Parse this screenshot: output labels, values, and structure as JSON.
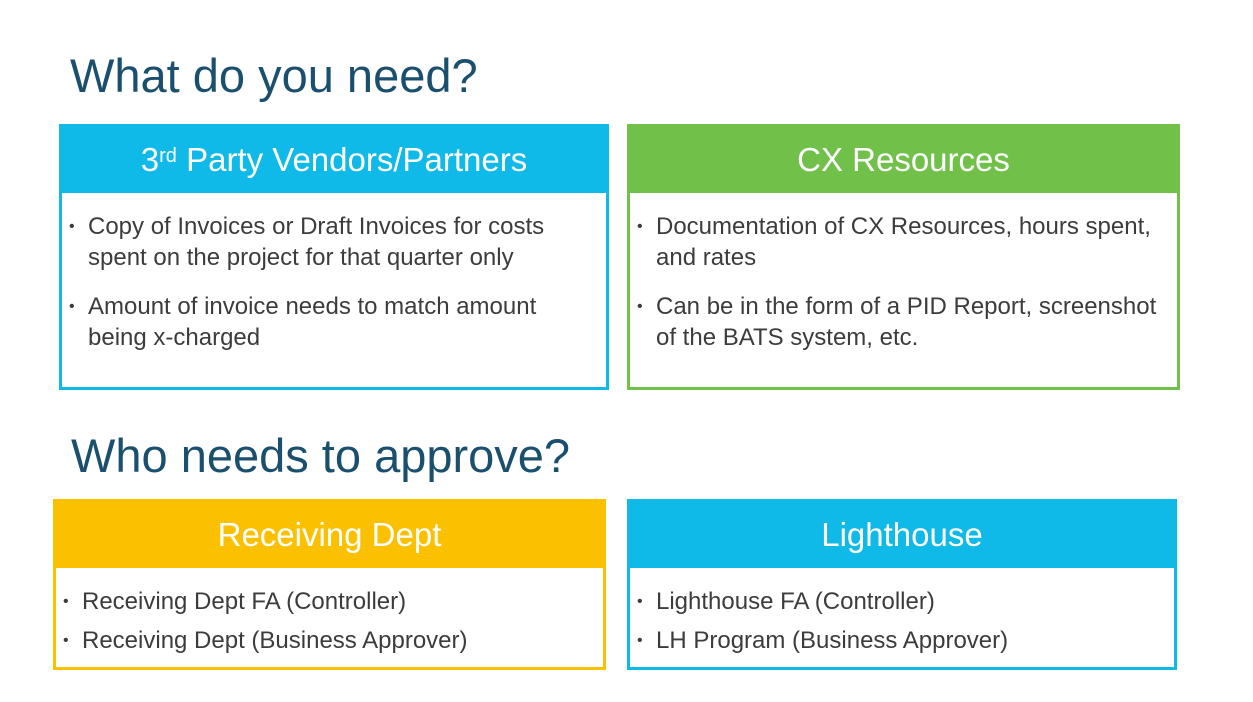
{
  "sections": {
    "need": {
      "title": "What do you need?",
      "vendors": {
        "title_prefix": "3",
        "title_sup": "rd",
        "title_rest": " Party Vendors/Partners",
        "items": [
          "Copy of Invoices or Draft Invoices for costs spent on the project for that quarter only",
          "Amount of invoice needs to match amount being x-charged"
        ]
      },
      "cx": {
        "title": "CX Resources",
        "items": [
          "Documentation of CX Resources, hours spent, and rates",
          "Can be in the form of a PID Report, screenshot of the BATS system, etc."
        ]
      }
    },
    "approve": {
      "title": "Who needs to approve?",
      "receiving": {
        "title": "Receiving Dept",
        "items": [
          "Receiving Dept FA (Controller)",
          "Receiving Dept (Business Approver)"
        ]
      },
      "lighthouse": {
        "title": "Lighthouse",
        "items": [
          "Lighthouse FA (Controller)",
          "LH Program (Business Approver)"
        ]
      }
    }
  },
  "colors": {
    "heading": "#1b4f6e",
    "blue": "#0fb9e8",
    "green": "#70c04a",
    "yellow": "#fbc100",
    "body_text": "#3c3c3c"
  }
}
